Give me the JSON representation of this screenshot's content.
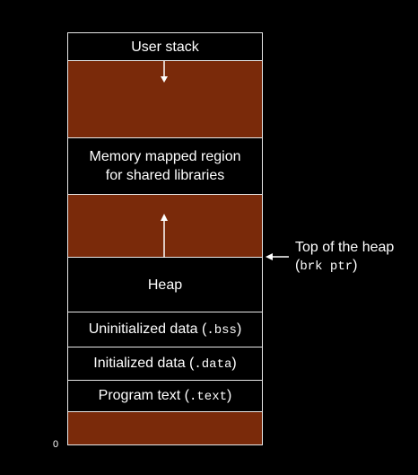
{
  "diagram": {
    "segments": {
      "user_stack": "User stack",
      "mmap_line1": "Memory mapped region",
      "mmap_line2": "for shared libraries",
      "heap": "Heap",
      "bss_prefix": "Uninitialized data (",
      "bss_code": ".bss",
      "bss_suffix": ")",
      "data_prefix": "Initialized data (",
      "data_code": ".data",
      "data_suffix": ")",
      "text_prefix": "Program text (",
      "text_code": ".text",
      "text_suffix": ")"
    },
    "heap_pointer": {
      "line1": "Top of the heap",
      "paren_open": "(",
      "code": "brk ptr",
      "paren_close": ")"
    },
    "zero_label": "0"
  },
  "colors": {
    "background": "#000000",
    "fill": "#7a2a0a",
    "border": "#e8e8e8",
    "text": "#ffffff"
  }
}
